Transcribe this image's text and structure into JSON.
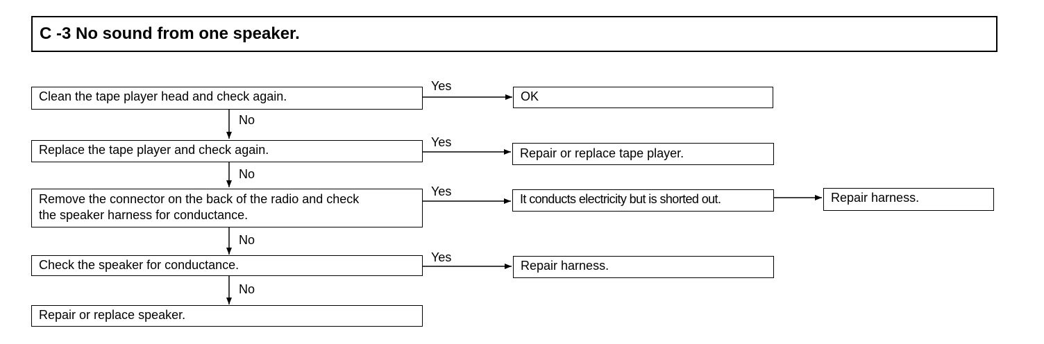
{
  "title": "C -3 No sound from one speaker.",
  "steps": [
    "Clean the tape player head and check again.",
    "Replace the tape player and check again.",
    "Remove the connector on the back of the radio and check",
    "the speaker harness for conductance.",
    "Check the speaker for conductance.",
    "Repair or replace speaker."
  ],
  "results": [
    "OK",
    "Repair or replace tape player.",
    "It conducts electricity but is shorted out.",
    "Repair harness.",
    "Repair harness."
  ],
  "yes_label": "Yes",
  "no_label": "No"
}
